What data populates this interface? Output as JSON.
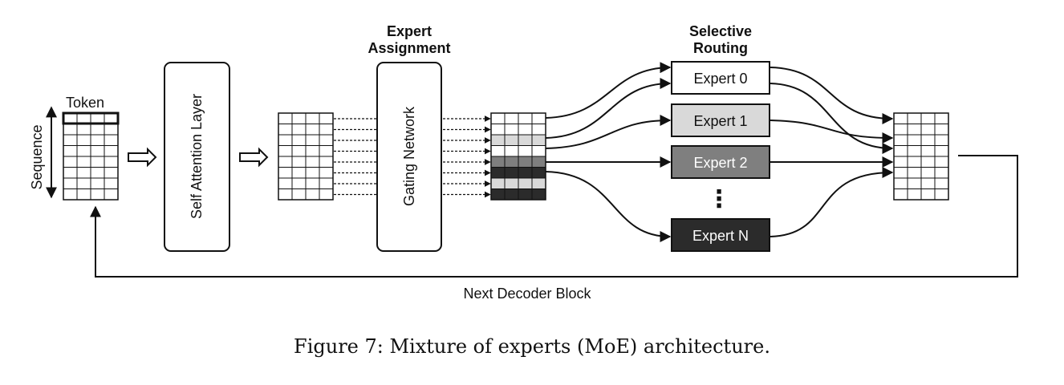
{
  "colors": {
    "line": "#111111",
    "light": "#d9d9d9",
    "mid": "#7f7f7f",
    "dark": "#2b2b2b",
    "white": "#ffffff"
  },
  "labels": {
    "token": "Token",
    "sequence": "Sequence",
    "self_attention": "Self Attention Layer",
    "gating": "Gating Network",
    "expert_assignment_1": "Expert",
    "expert_assignment_2": "Assignment",
    "selective_routing_1": "Selective",
    "selective_routing_2": "Routing",
    "next_block": "Next Decoder Block",
    "ellipsis": "⋮"
  },
  "experts": [
    {
      "label": "Expert 0",
      "shade": "white"
    },
    {
      "label": "Expert 1",
      "shade": "light"
    },
    {
      "label": "Expert 2",
      "shade": "mid"
    },
    {
      "label": "Expert N",
      "shade": "dark"
    }
  ],
  "token_shades": [
    "white",
    "white",
    "light",
    "white",
    "mid",
    "dark",
    "light",
    "dark"
  ],
  "caption": "Figure 7: Mixture of experts (MoE) architecture."
}
